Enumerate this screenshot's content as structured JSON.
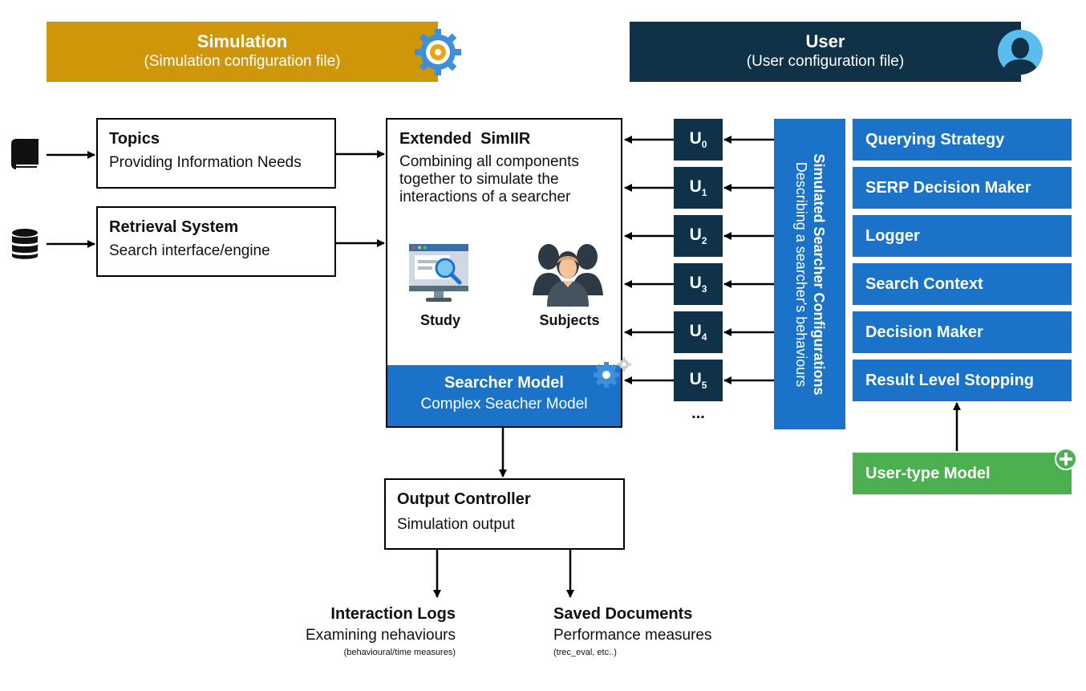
{
  "simulation_banner": {
    "title": "Simulation",
    "subtitle": "(Simulation configuration file)",
    "color": "#d0960a",
    "icon": "gear-icon"
  },
  "user_banner": {
    "title": "User",
    "subtitle": "(User configuration file)",
    "color": "#0f3249",
    "icon": "user-avatar-icon"
  },
  "topics": {
    "title": "Topics",
    "subtitle": "Providing Information Needs",
    "icon": "book-icon"
  },
  "retrieval": {
    "title": "Retrieval System",
    "subtitle": "Search interface/engine",
    "icon": "database-icon"
  },
  "simiir": {
    "title": "Extended  SimIIR",
    "description_lines": [
      "Combining all components",
      "together to simulate the",
      "interactions of a searcher"
    ],
    "study_label": "Study",
    "subjects_label": "Subjects"
  },
  "searcher_model": {
    "title": "Searcher Model",
    "subtitle": "Complex Seacher Model",
    "color": "#1a73c8"
  },
  "users": [
    {
      "letter": "U",
      "index": "0"
    },
    {
      "letter": "U",
      "index": "1"
    },
    {
      "letter": "U",
      "index": "2"
    },
    {
      "letter": "U",
      "index": "3"
    },
    {
      "letter": "U",
      "index": "4"
    },
    {
      "letter": "U",
      "index": "5"
    }
  ],
  "users_more": "...",
  "config_panel": {
    "title": "Simulated Searcher Configurations",
    "subtitle": "Describing a searcher's behaviours"
  },
  "components": [
    "Querying Strategy",
    "SERP Decision Maker",
    "Logger",
    "Search Context",
    "Decision Maker",
    "Result Level Stopping"
  ],
  "user_type_model": {
    "label": "User-type Model",
    "color": "#4caf50",
    "icon": "plus-icon"
  },
  "output_controller": {
    "title": "Output Controller",
    "subtitle": "Simulation output"
  },
  "interaction_logs": {
    "title": "Interaction Logs",
    "subtitle": "Examining nehaviours",
    "note": "(behavioural/time measures)"
  },
  "saved_documents": {
    "title": "Saved Documents",
    "subtitle": "Performance measures",
    "note": "(trec_eval, etc..)"
  }
}
